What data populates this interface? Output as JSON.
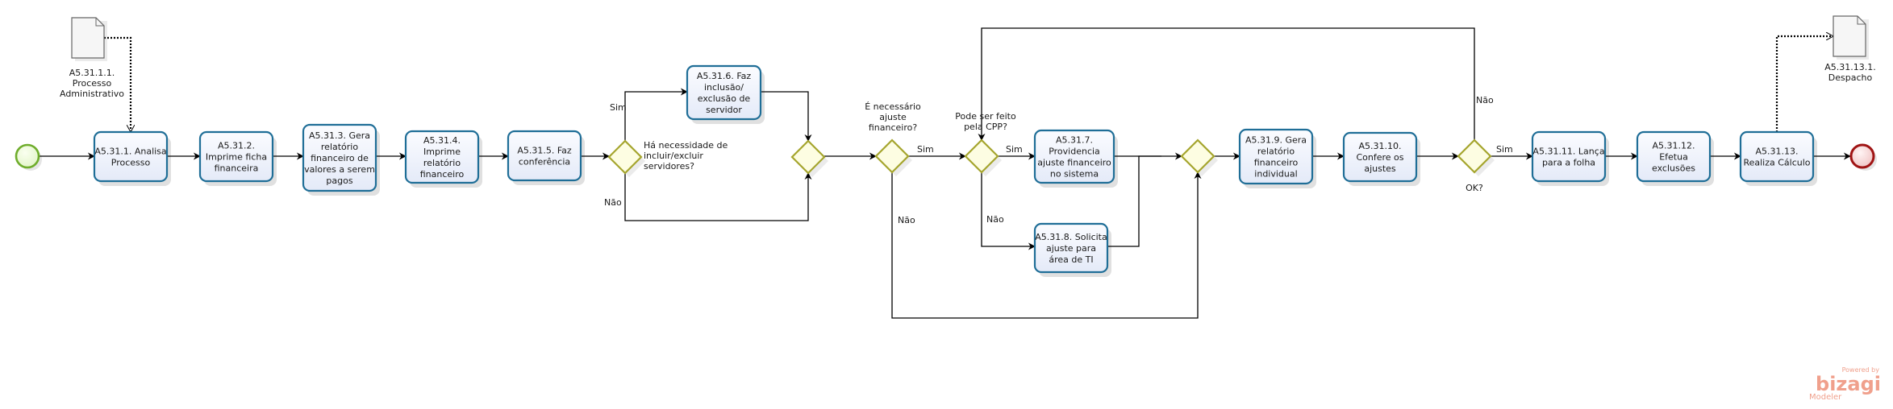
{
  "diagram": {
    "type": "BPMN process",
    "start_event": {
      "label": ""
    },
    "end_event": {
      "label": ""
    },
    "tasks": [
      {
        "id": "t1",
        "lines": [
          "A5.31.1. Analisa",
          "Processo"
        ]
      },
      {
        "id": "t2",
        "lines": [
          "A5.31.2.",
          "Imprime ficha",
          "financeira"
        ]
      },
      {
        "id": "t3",
        "lines": [
          "A5.31.3. Gera",
          "relatório",
          "financeiro de",
          "valores a serem",
          "pagos"
        ]
      },
      {
        "id": "t4",
        "lines": [
          "A5.31.4.",
          "Imprime",
          "relatório",
          "financeiro"
        ]
      },
      {
        "id": "t5",
        "lines": [
          "A5.31.5. Faz",
          "conferência"
        ]
      },
      {
        "id": "t6",
        "lines": [
          "A5.31.6. Faz",
          "inclusão/",
          "exclusão de",
          "servidor"
        ]
      },
      {
        "id": "t7",
        "lines": [
          "A5.31.7.",
          "Providencia",
          "ajuste financeiro",
          "no sistema"
        ]
      },
      {
        "id": "t8",
        "lines": [
          "A5.31.8. Solicita",
          "ajuste para",
          "área de TI"
        ]
      },
      {
        "id": "t9",
        "lines": [
          "A5.31.9. Gera",
          "relatório",
          "financeiro",
          "individual"
        ]
      },
      {
        "id": "t10",
        "lines": [
          "A5.31.10.",
          "Confere os",
          "ajustes"
        ]
      },
      {
        "id": "t11",
        "lines": [
          "A5.31.11. Lança",
          "para a folha"
        ]
      },
      {
        "id": "t12",
        "lines": [
          "A5.31.12.",
          "Efetua",
          "exclusões"
        ]
      },
      {
        "id": "t13",
        "lines": [
          "A5.31.13.",
          "Realiza Cálculo"
        ]
      }
    ],
    "gateways": [
      {
        "id": "g1",
        "lines": [
          "Há necessidade de",
          "incluir/excluir",
          "servidores?"
        ]
      },
      {
        "id": "g2",
        "lines": []
      },
      {
        "id": "g3",
        "lines": [
          "É necessário",
          "ajuste",
          "financeiro?"
        ]
      },
      {
        "id": "g4",
        "lines": [
          "Pode ser feito",
          "pela CPP?"
        ]
      },
      {
        "id": "g5",
        "lines": []
      },
      {
        "id": "g6",
        "lines": [
          "OK?"
        ]
      }
    ],
    "documents": [
      {
        "id": "d1",
        "lines": [
          "A5.31.1.1.",
          "Processo",
          "Administrativo"
        ]
      },
      {
        "id": "d2",
        "lines": [
          "A5.31.13.1.",
          "Despacho"
        ]
      }
    ],
    "flow_labels": {
      "g1_yes": "Sim",
      "g1_no": "Não",
      "g3_yes": "Sim",
      "g3_no": "Não",
      "g4_yes": "Sim",
      "g4_no": "Não",
      "g6_yes": "Sim",
      "g6_no": "Não"
    }
  },
  "watermark": {
    "powered_by": "Powered by",
    "brand": "bizagi",
    "product": "Modeler"
  }
}
